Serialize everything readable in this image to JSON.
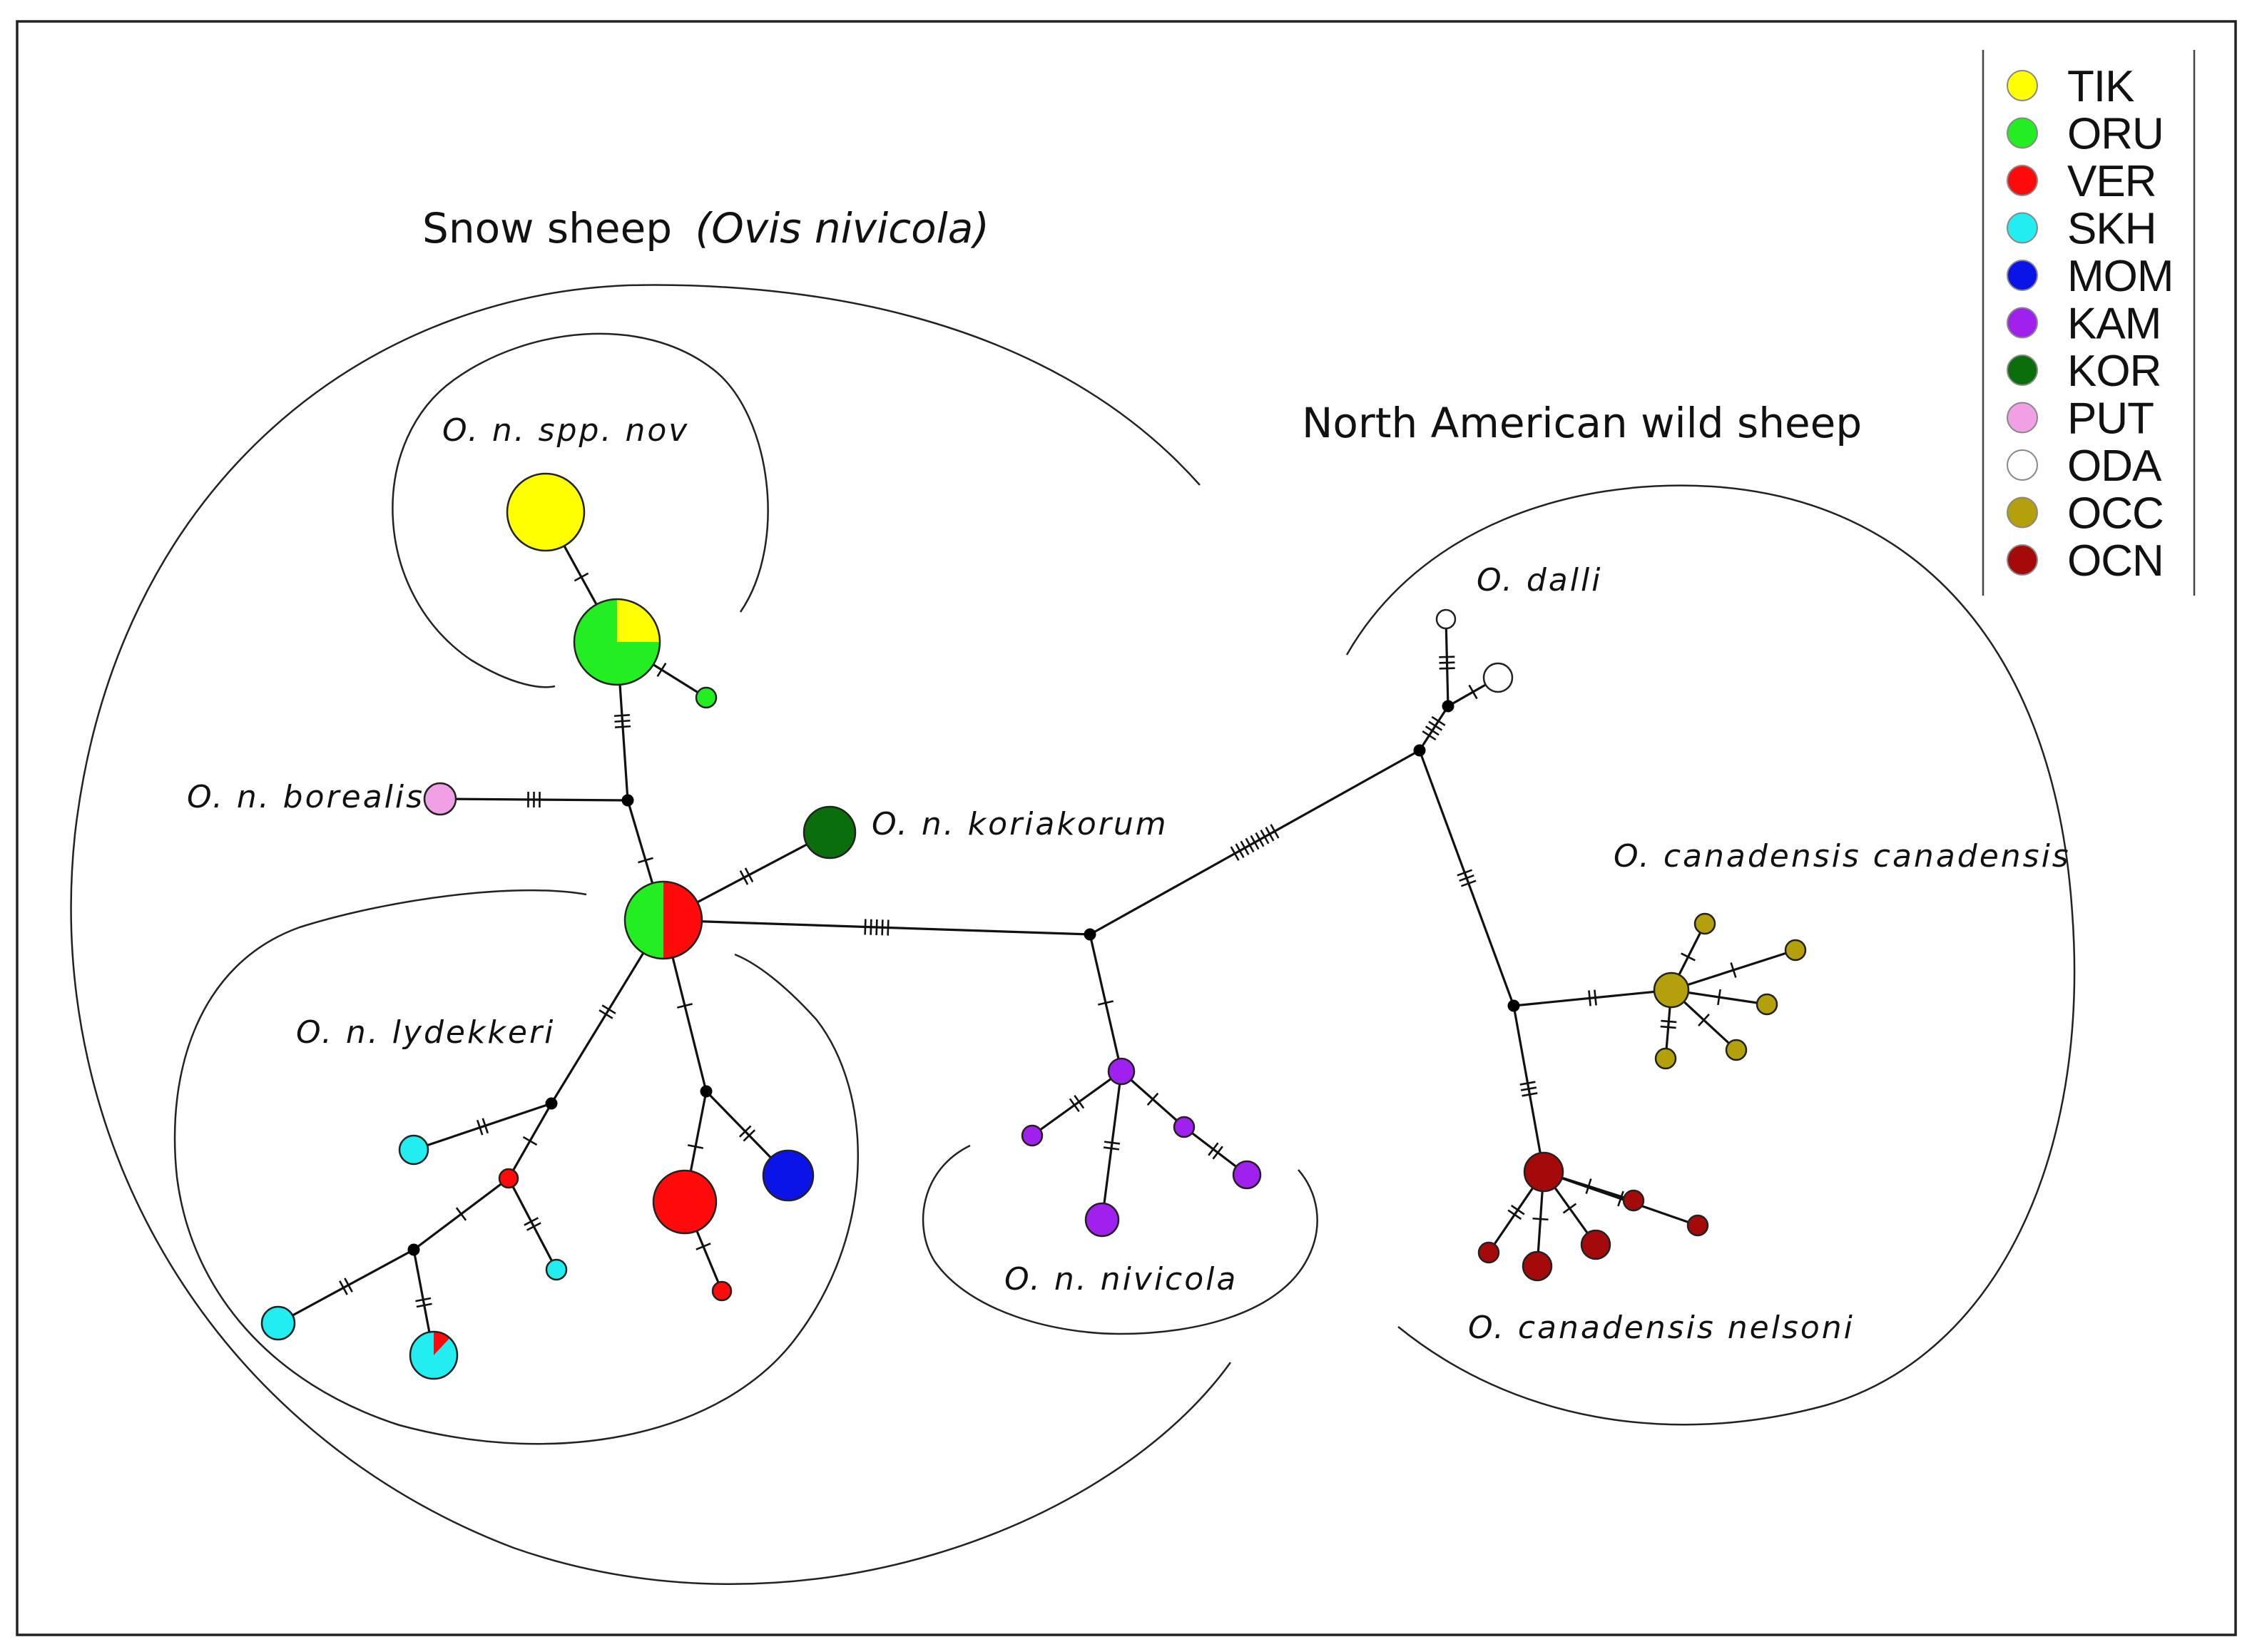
{
  "figure": {
    "title_snow": "Snow sheep",
    "title_snow_sci": "(Ovis nivicola)",
    "title_na": "North American wild sheep"
  },
  "labels": {
    "spp_nov": "O. n. spp. nov",
    "borealis": "O. n. borealis",
    "koriakorum": "O. n. koriakorum",
    "lydekkeri": "O. n. lydekkeri",
    "nivicola": "O. n. nivicola",
    "dalli": "O. dalli",
    "canadensis": "O. canadensis canadensis",
    "nelsoni": "O. canadensis nelsoni"
  },
  "legend": [
    {
      "code": "TIK",
      "color": "#ffff00"
    },
    {
      "code": "ORU",
      "color": "#22ee22"
    },
    {
      "code": "VER",
      "color": "#ff0a0a"
    },
    {
      "code": "SKH",
      "color": "#22eef2"
    },
    {
      "code": "MOM",
      "color": "#0a14e6"
    },
    {
      "code": "KAM",
      "color": "#a020ee"
    },
    {
      "code": "KOR",
      "color": "#0a6e0a"
    },
    {
      "code": "PUT",
      "color": "#f2a0e6"
    },
    {
      "code": "ODA",
      "color": "#ffffff"
    },
    {
      "code": "OCC",
      "color": "#b4a00a"
    },
    {
      "code": "OCN",
      "color": "#a50a0a"
    }
  ]
}
